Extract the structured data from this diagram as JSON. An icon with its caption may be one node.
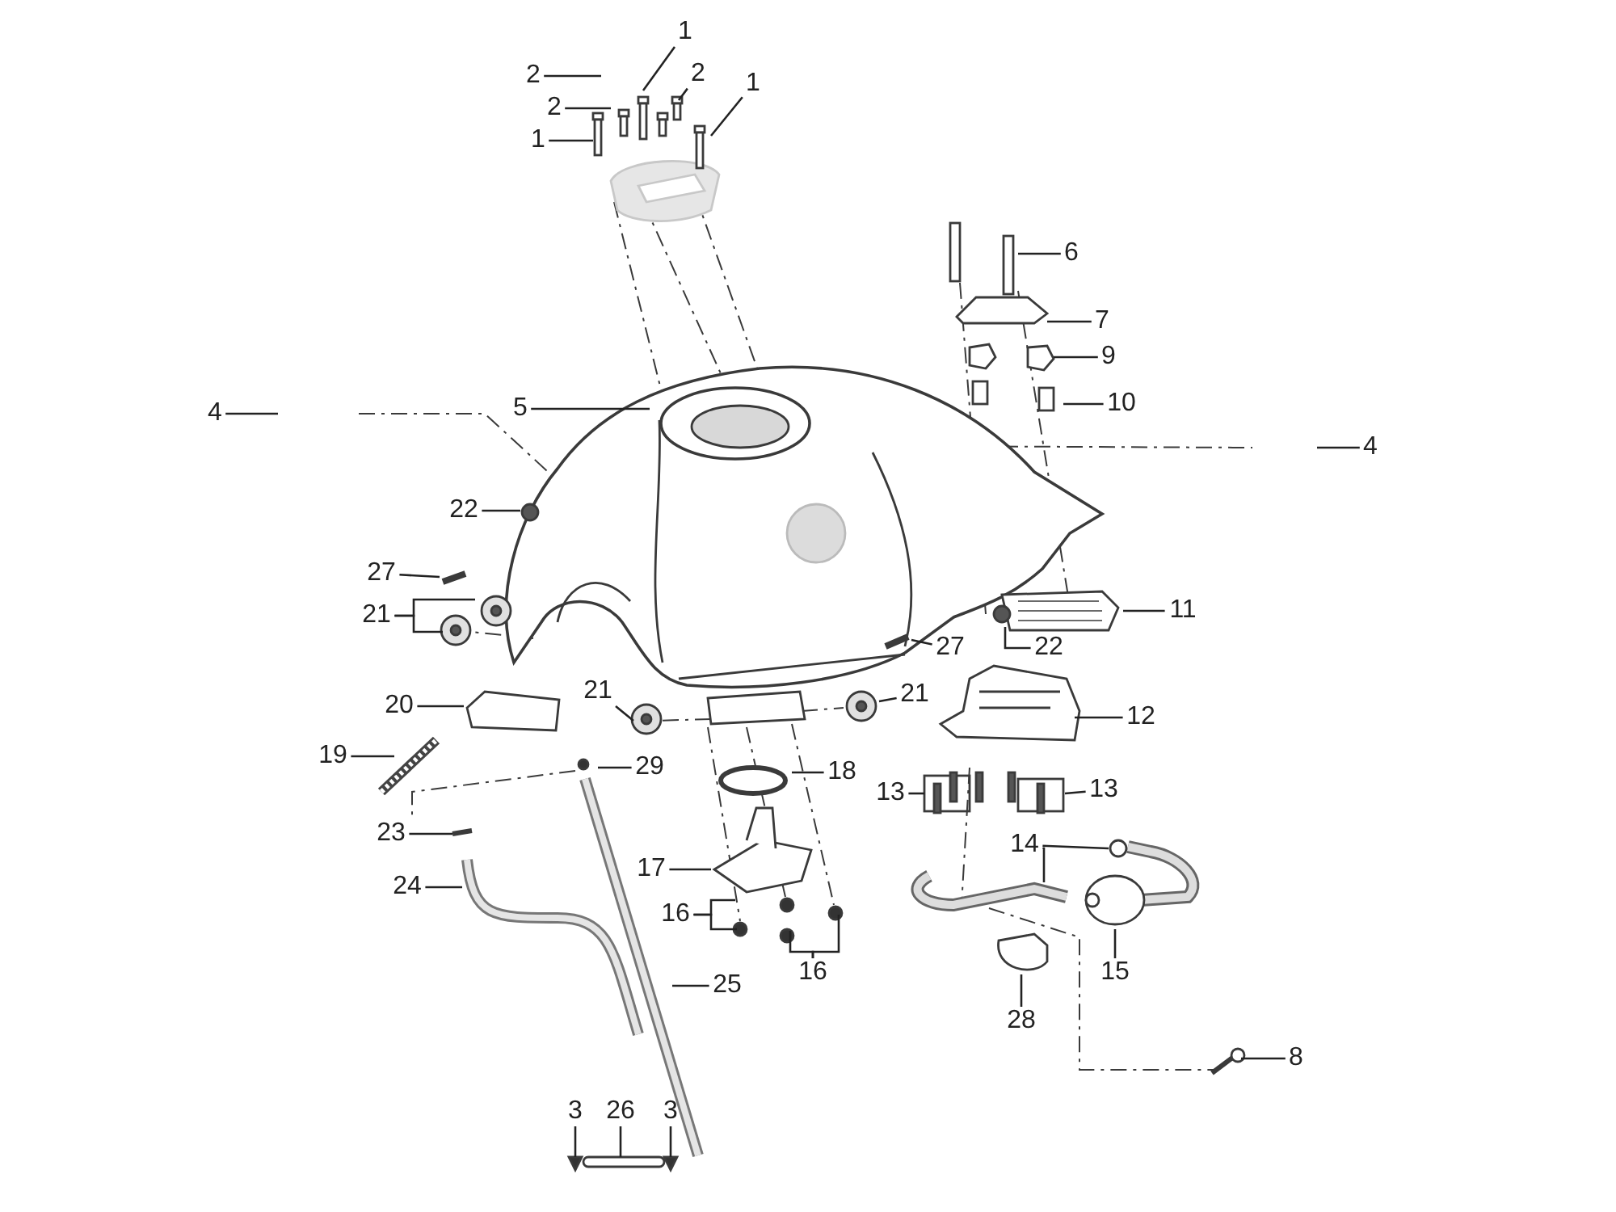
{
  "diagram": {
    "nodes": [
      {
        "text": [
          "1"
        ]
      },
      {
        "text": [
          "2"
        ]
      },
      {
        "text": [
          "2"
        ]
      },
      {
        "text": [
          "1"
        ]
      },
      {
        "text": [
          "2"
        ]
      },
      {
        "text": [
          "1"
        ]
      },
      {
        "text": [
          "4"
        ]
      },
      {
        "text": [
          "5"
        ]
      },
      {
        "text": [
          "4"
        ]
      },
      {
        "text": [
          "6"
        ]
      },
      {
        "text": [
          "7"
        ]
      },
      {
        "text": [
          "9"
        ]
      },
      {
        "text": [
          "10"
        ]
      },
      {
        "text": [
          "22"
        ]
      },
      {
        "text": [
          "27"
        ]
      },
      {
        "text": [
          "21"
        ]
      },
      {
        "text": [
          "11"
        ]
      },
      {
        "text": [
          "27"
        ]
      },
      {
        "text": [
          "22"
        ]
      },
      {
        "text": [
          "21"
        ]
      },
      {
        "text": [
          "21"
        ]
      },
      {
        "text": [
          "20"
        ]
      },
      {
        "text": [
          "12"
        ]
      },
      {
        "text": [
          "19"
        ]
      },
      {
        "text": [
          "29"
        ]
      },
      {
        "text": [
          "18"
        ]
      },
      {
        "text": [
          "13"
        ]
      },
      {
        "text": [
          "13"
        ]
      },
      {
        "text": [
          "17"
        ]
      },
      {
        "text": [
          "14"
        ]
      },
      {
        "text": [
          "23"
        ]
      },
      {
        "text": [
          "24"
        ]
      },
      {
        "text": [
          "16"
        ]
      },
      {
        "text": [
          "16"
        ]
      },
      {
        "text": [
          "15"
        ]
      },
      {
        "text": [
          "25"
        ]
      },
      {
        "text": [
          "28"
        ]
      },
      {
        "text": [
          "8"
        ]
      },
      {
        "text": [
          "3"
        ]
      },
      {
        "text": [
          "26"
        ]
      },
      {
        "text": [
          "3"
        ]
      }
    ],
    "edges": [
      {
        "from": 0,
        "to": null,
        "arrow": "none"
      },
      {
        "from": 1,
        "to": null,
        "arrow": "none"
      },
      {
        "from": 2,
        "to": null,
        "arrow": "none"
      },
      {
        "from": 3,
        "to": null,
        "arrow": "none"
      },
      {
        "from": 4,
        "to": null,
        "arrow": "none"
      },
      {
        "from": 5,
        "to": null,
        "arrow": "none"
      },
      {
        "from": 6,
        "to": null,
        "arrow": "none"
      },
      {
        "from": 7,
        "to": null,
        "arrow": "none"
      },
      {
        "from": 8,
        "to": null,
        "arrow": "none"
      },
      {
        "from": 9,
        "to": null,
        "arrow": "none"
      },
      {
        "from": 10,
        "to": null,
        "arrow": "none"
      },
      {
        "from": 11,
        "to": null,
        "arrow": "none"
      },
      {
        "from": 12,
        "to": null,
        "arrow": "none"
      },
      {
        "from": 13,
        "to": null,
        "arrow": "none"
      },
      {
        "from": 14,
        "to": null,
        "arrow": "none"
      },
      {
        "from": 15,
        "to": null,
        "arrow": "none"
      },
      {
        "from": 15,
        "to": null,
        "arrow": "none"
      },
      {
        "from": 16,
        "to": null,
        "arrow": "none"
      },
      {
        "from": 17,
        "to": null,
        "arrow": "none"
      },
      {
        "from": 18,
        "to": null,
        "arrow": "none"
      },
      {
        "from": 19,
        "to": null,
        "arrow": "none"
      },
      {
        "from": 20,
        "to": null,
        "arrow": "none"
      },
      {
        "from": 21,
        "to": null,
        "arrow": "none"
      },
      {
        "from": 22,
        "to": null,
        "arrow": "none"
      },
      {
        "from": 23,
        "to": null,
        "arrow": "none"
      },
      {
        "from": 24,
        "to": null,
        "arrow": "none"
      },
      {
        "from": 25,
        "to": null,
        "arrow": "none"
      },
      {
        "from": 26,
        "to": null,
        "arrow": "none"
      },
      {
        "from": 27,
        "to": null,
        "arrow": "none"
      },
      {
        "from": 28,
        "to": null,
        "arrow": "none"
      },
      {
        "from": 29,
        "to": null,
        "arrow": "none"
      },
      {
        "from": 29,
        "to": null,
        "arrow": "none"
      },
      {
        "from": 30,
        "to": null,
        "arrow": "none"
      },
      {
        "from": 31,
        "to": null,
        "arrow": "none"
      },
      {
        "from": 32,
        "to": null,
        "arrow": "none"
      },
      {
        "from": 32,
        "to": null,
        "arrow": "none"
      },
      {
        "from": 33,
        "to": null,
        "arrow": "none"
      },
      {
        "from": 33,
        "to": null,
        "arrow": "none"
      },
      {
        "from": 34,
        "to": null,
        "arrow": "none"
      },
      {
        "from": 35,
        "to": null,
        "arrow": "none"
      },
      {
        "from": 36,
        "to": null,
        "arrow": "none"
      },
      {
        "from": 37,
        "to": null,
        "arrow": "none"
      },
      {
        "from": 38,
        "to": null,
        "arrow": "none"
      },
      {
        "from": 39,
        "to": null,
        "arrow": "none"
      },
      {
        "from": 40,
        "to": null,
        "arrow": "none"
      }
    ]
  }
}
